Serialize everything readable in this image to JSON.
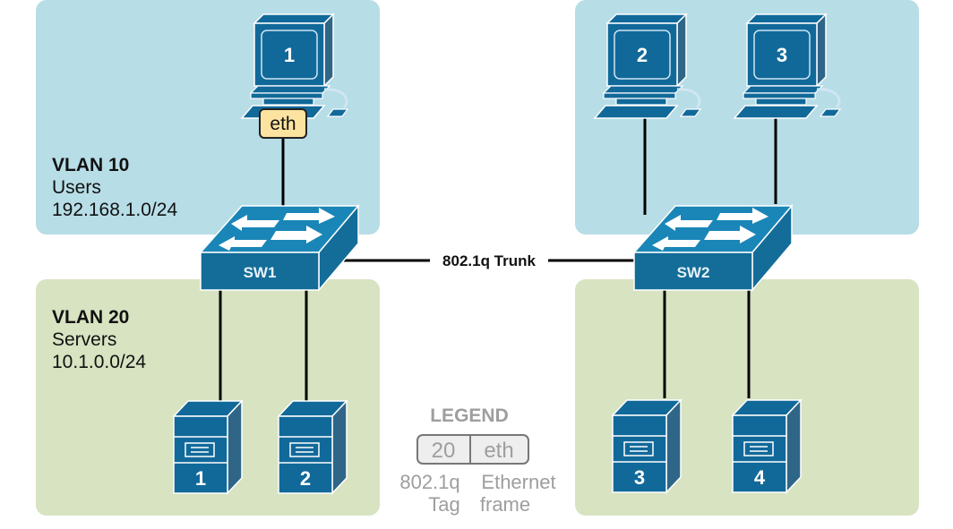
{
  "colors": {
    "vlan10_zone": "#b7dde7",
    "vlan20_zone": "#d7e3c1",
    "device_blue": "#11699a",
    "device_side": "#2f6688",
    "switch_top": "#1a86b8",
    "eth_tag_fill": "#fde3a0",
    "legend_gray": "#9e9e9e",
    "legend_box_fill": "#eeeeee"
  },
  "zones": {
    "vlan10": {
      "title": "VLAN 10",
      "name": "Users",
      "subnet": "192.168.1.0/24"
    },
    "vlan20": {
      "title": "VLAN 20",
      "name": "Servers",
      "subnet": "10.1.0.0/24"
    }
  },
  "switches": [
    {
      "label": "SW1"
    },
    {
      "label": "SW2"
    }
  ],
  "pcs": [
    {
      "label": "1"
    },
    {
      "label": "2"
    },
    {
      "label": "3"
    }
  ],
  "servers": [
    {
      "label": "1"
    },
    {
      "label": "2"
    },
    {
      "label": "3"
    },
    {
      "label": "4"
    }
  ],
  "trunk": {
    "label": "802.1q Trunk"
  },
  "frame_tag": {
    "label": "eth"
  },
  "legend": {
    "title": "LEGEND",
    "tag_value": "20",
    "frame_value": "eth",
    "tag_caption_line1": "802.1q",
    "tag_caption_line2": "Tag",
    "frame_caption_line1": "Ethernet",
    "frame_caption_line2": "frame"
  }
}
